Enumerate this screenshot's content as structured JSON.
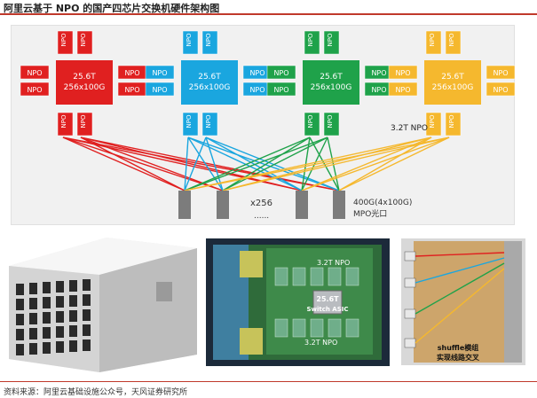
{
  "header": {
    "title": "阿里云基于 NPO 的国产四芯片交换机硬件架构图"
  },
  "diagram": {
    "chip_label_1": "25.6T",
    "chip_label_2": "256x100G",
    "npo_label": "NPO",
    "npo_note": "3.2T NPO",
    "optics_count": "x256",
    "optics_ellipsis": "......",
    "optics_desc_1": "400G(4x100G)",
    "optics_desc_2": "MPO光口",
    "chip_colors": [
      "#e02020",
      "#1aa6df",
      "#1fa24a",
      "#f5b82e"
    ]
  },
  "photos": {
    "asic_label_1": "25.6T",
    "asic_label_2": "Switch ASIC",
    "npo_top": "3.2T NPO",
    "npo_bottom": "3.2T NPO",
    "shuffle_1": "shuffle模组",
    "shuffle_2": "实现线路交叉"
  },
  "footer": {
    "source": "资料来源：阿里云基础设施公众号，天风证券研究所"
  }
}
